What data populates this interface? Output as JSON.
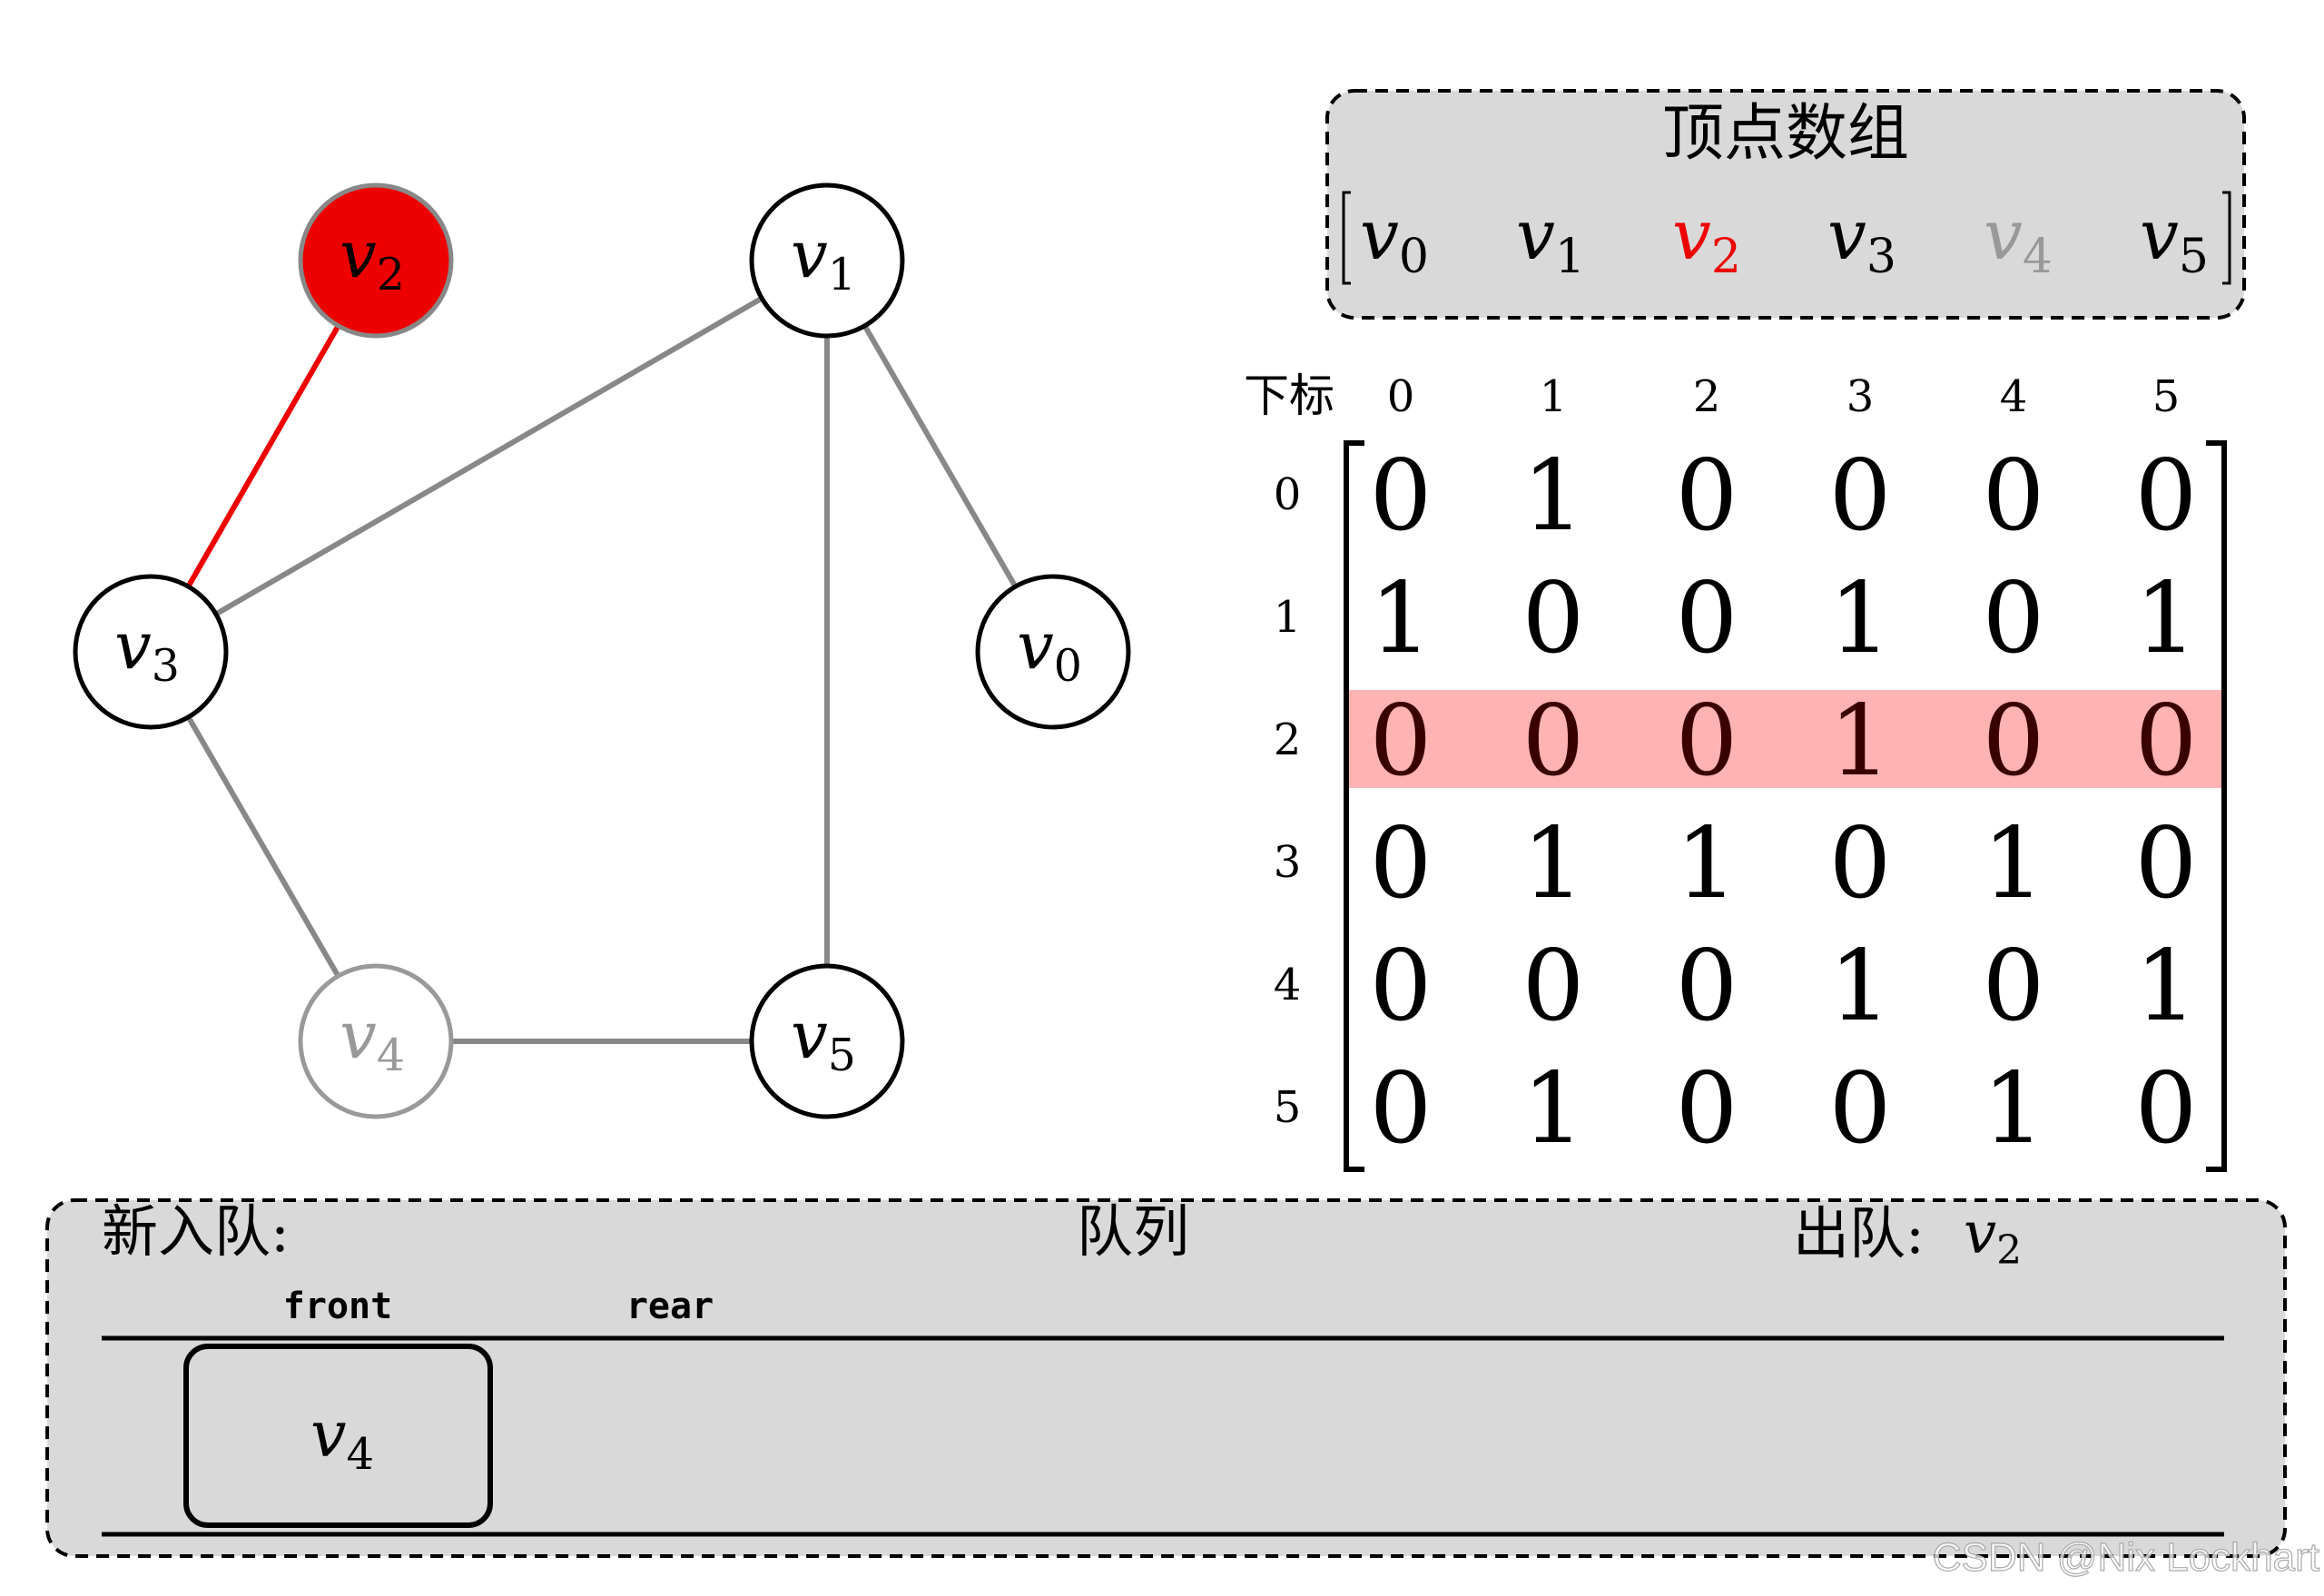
{
  "graph": {
    "nodes": [
      {
        "id": "v0",
        "label": "v",
        "sub": "0",
        "state": "normal"
      },
      {
        "id": "v1",
        "label": "v",
        "sub": "1",
        "state": "normal"
      },
      {
        "id": "v2",
        "label": "v",
        "sub": "2",
        "state": "current"
      },
      {
        "id": "v3",
        "label": "v",
        "sub": "3",
        "state": "normal"
      },
      {
        "id": "v4",
        "label": "v",
        "sub": "4",
        "state": "visited"
      },
      {
        "id": "v5",
        "label": "v",
        "sub": "5",
        "state": "normal"
      }
    ],
    "edges": [
      {
        "from": "v2",
        "to": "v3",
        "state": "active"
      },
      {
        "from": "v3",
        "to": "v1",
        "state": "normal"
      },
      {
        "from": "v1",
        "to": "v0",
        "state": "normal"
      },
      {
        "from": "v1",
        "to": "v5",
        "state": "normal"
      },
      {
        "from": "v3",
        "to": "v4",
        "state": "normal"
      },
      {
        "from": "v4",
        "to": "v5",
        "state": "normal"
      }
    ]
  },
  "vertex_array": {
    "title": "顶点数组",
    "items": [
      {
        "label": "v",
        "sub": "0",
        "state": "normal"
      },
      {
        "label": "v",
        "sub": "1",
        "state": "normal"
      },
      {
        "label": "v",
        "sub": "2",
        "state": "current"
      },
      {
        "label": "v",
        "sub": "3",
        "state": "normal"
      },
      {
        "label": "v",
        "sub": "4",
        "state": "visited"
      },
      {
        "label": "v",
        "sub": "5",
        "state": "normal"
      }
    ]
  },
  "matrix": {
    "index_label": "下标",
    "col_indices": [
      "0",
      "1",
      "2",
      "3",
      "4",
      "5"
    ],
    "row_indices": [
      "0",
      "1",
      "2",
      "3",
      "4",
      "5"
    ],
    "rows": [
      [
        "0",
        "1",
        "0",
        "0",
        "0",
        "0"
      ],
      [
        "1",
        "0",
        "0",
        "1",
        "0",
        "1"
      ],
      [
        "0",
        "0",
        "0",
        "1",
        "0",
        "0"
      ],
      [
        "0",
        "1",
        "1",
        "0",
        "1",
        "0"
      ],
      [
        "0",
        "0",
        "0",
        "1",
        "0",
        "1"
      ],
      [
        "0",
        "1",
        "0",
        "0",
        "1",
        "0"
      ]
    ],
    "highlight_row": 2
  },
  "queue": {
    "enqueue_label": "新入队:",
    "title": "队列",
    "dequeue_label": "出队:",
    "dequeued": {
      "label": "v",
      "sub": "2"
    },
    "front_label": "front",
    "rear_label": "rear",
    "items": [
      {
        "label": "v",
        "sub": "4"
      }
    ]
  },
  "watermark": "CSDN @Nix Lockhart",
  "colors": {
    "current": "#ee0000",
    "visited": "#999999",
    "edge": "#888888",
    "panel": "#d9d9d9",
    "highlight": "#ffb3b3"
  }
}
